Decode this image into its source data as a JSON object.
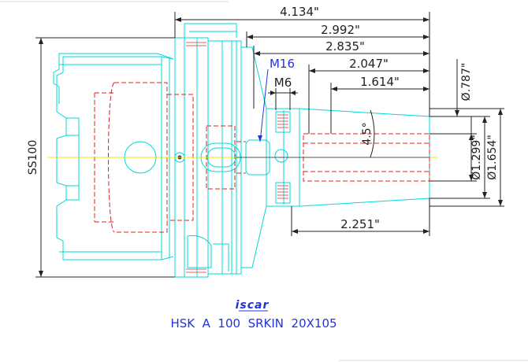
{
  "dimensions": {
    "overall_length": "4.134\"",
    "flange_to_tip": "2.992\"",
    "face_to_tip": "2.835\"",
    "screw_depth": "2.047\"",
    "bore_depth": "1.614\"",
    "nose_length": "2.251\"",
    "radial_dim": "Ø.787\"",
    "bore_diameter": "Ø1.299\"",
    "nose_diameter": "Ø1.654\"",
    "taper_angle": "4.5°",
    "shank_label": "SS100"
  },
  "thread_labels": {
    "main": "M16",
    "small": "M6"
  },
  "logo": {
    "text": "iscar"
  },
  "caption": "HSK  A  100  SRKIN  20X105",
  "colors": {
    "outline": "#00d8d8",
    "hidden": "#e02020",
    "dimension": "#222222",
    "center_line": "#e8e800",
    "label_blue": "#2233dd",
    "hatch": "#e06060"
  }
}
